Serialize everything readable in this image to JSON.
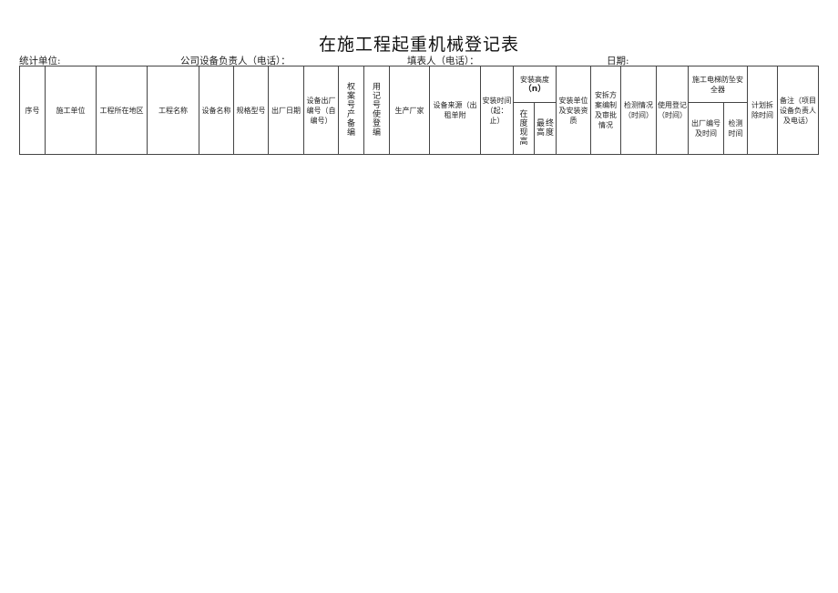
{
  "title": "在施工程起重机械登记表",
  "meta": {
    "unit_label": "统计单位:",
    "manager_label": "公司设备负责人（电话）：",
    "filler_label": "填表人（电话）：",
    "date_label": "日期:"
  },
  "table": {
    "headers": {
      "serial": "序号",
      "construction_unit": "施工单位",
      "project_region": "工程所在地区",
      "project_name": "工程名称",
      "equipment_name": "设备名称",
      "model": "规格型号",
      "manufacture_date": "出厂日期",
      "factory_number": "设备出厂编号（自编号）",
      "property_record_no": "权案号产备编",
      "usage_register_no": "用记号使登编",
      "manufacturer": "生产厂家",
      "equipment_source": "设备来源（出租单附",
      "install_time": "安装时间（起：止）",
      "install_height": "安装高度",
      "install_height_unit": "（n）",
      "current_height": "在度现高",
      "max_height_a": "最高",
      "max_height_b": "终度",
      "install_company": "安装单位及安装资质",
      "dismantle_plan": "安拆方案编制及审批情况",
      "inspection": "检测情况（时间）",
      "usage_registration": "使用登记（时间）",
      "fall_protector": "施工电梯防坠安全器",
      "fall_factory_no": "出厂编号及时间",
      "fall_inspection_time": "检测时间",
      "planned_dismantle": "计划拆除时间",
      "remarks": "备注（项目设备负责人及电话）"
    },
    "rows": []
  }
}
